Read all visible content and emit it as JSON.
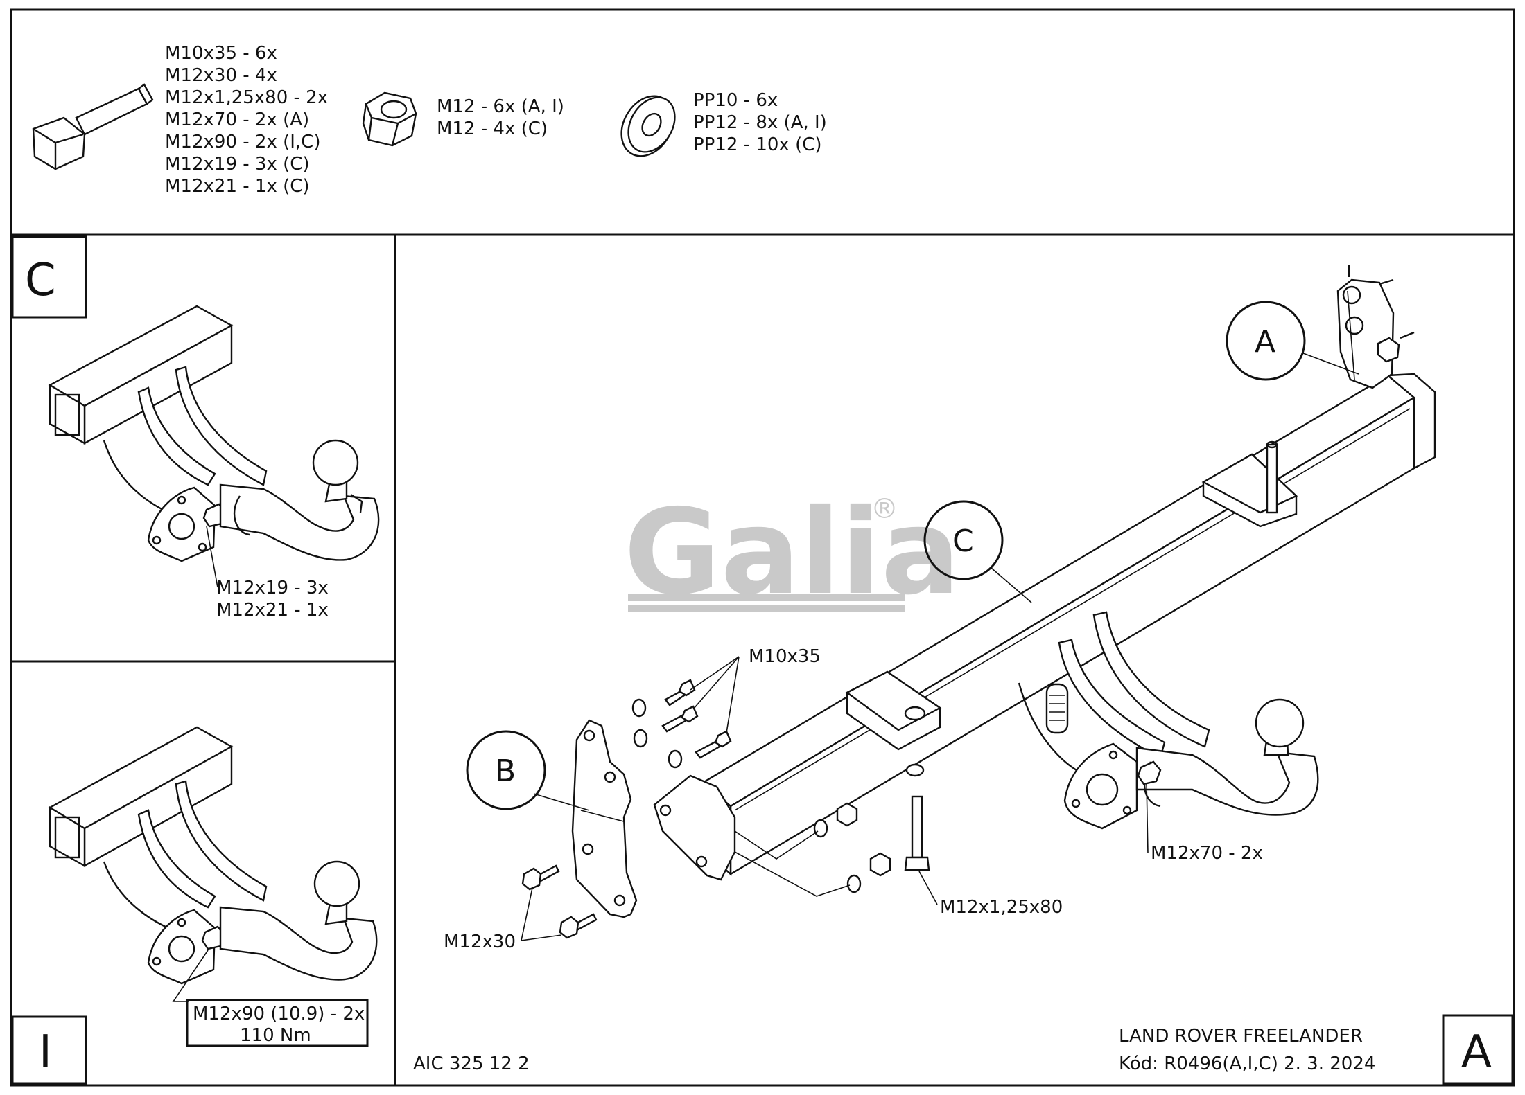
{
  "bolts_list": [
    "M10x35 - 6x",
    "M12x30 - 4x",
    "M12x1,25x80 - 2x",
    "M12x70 - 2x (A)",
    "M12x90 - 2x (I,C)",
    "M12x19 - 3x (C)",
    "M12x21 - 1x (C)"
  ],
  "nuts_list": [
    "M12 - 6x (A, I)",
    "M12 - 4x (C)"
  ],
  "washers_list": [
    "PP10 - 6x",
    "PP12 - 8x (A, I)",
    "PP12 - 10x (C)"
  ],
  "panel_c": {
    "letter": "C",
    "labels": [
      "M12x19 - 3x",
      "M12x21 - 1x"
    ]
  },
  "panel_i": {
    "letter": "I",
    "labels": [
      "M12x90 (10.9) - 2x",
      "110 Nm"
    ]
  },
  "main": {
    "letter": "A",
    "callouts": {
      "a": "A",
      "b": "B",
      "c": "C"
    },
    "labels": {
      "m10x35": "M10x35",
      "m12x30": "M12x30",
      "m12x125x80": "M12x1,25x80",
      "m12x70": "M12x70 - 2x"
    },
    "watermark": "Galia",
    "watermark_mark": "®",
    "code_left": "AIC 325 12 2",
    "vehicle": "LAND ROVER FREELANDER",
    "code_right": "Kód: R0496(A,I,C)  2. 3. 2024"
  },
  "colors": {
    "line": "#111111",
    "watermark": "#c9c9c9"
  }
}
